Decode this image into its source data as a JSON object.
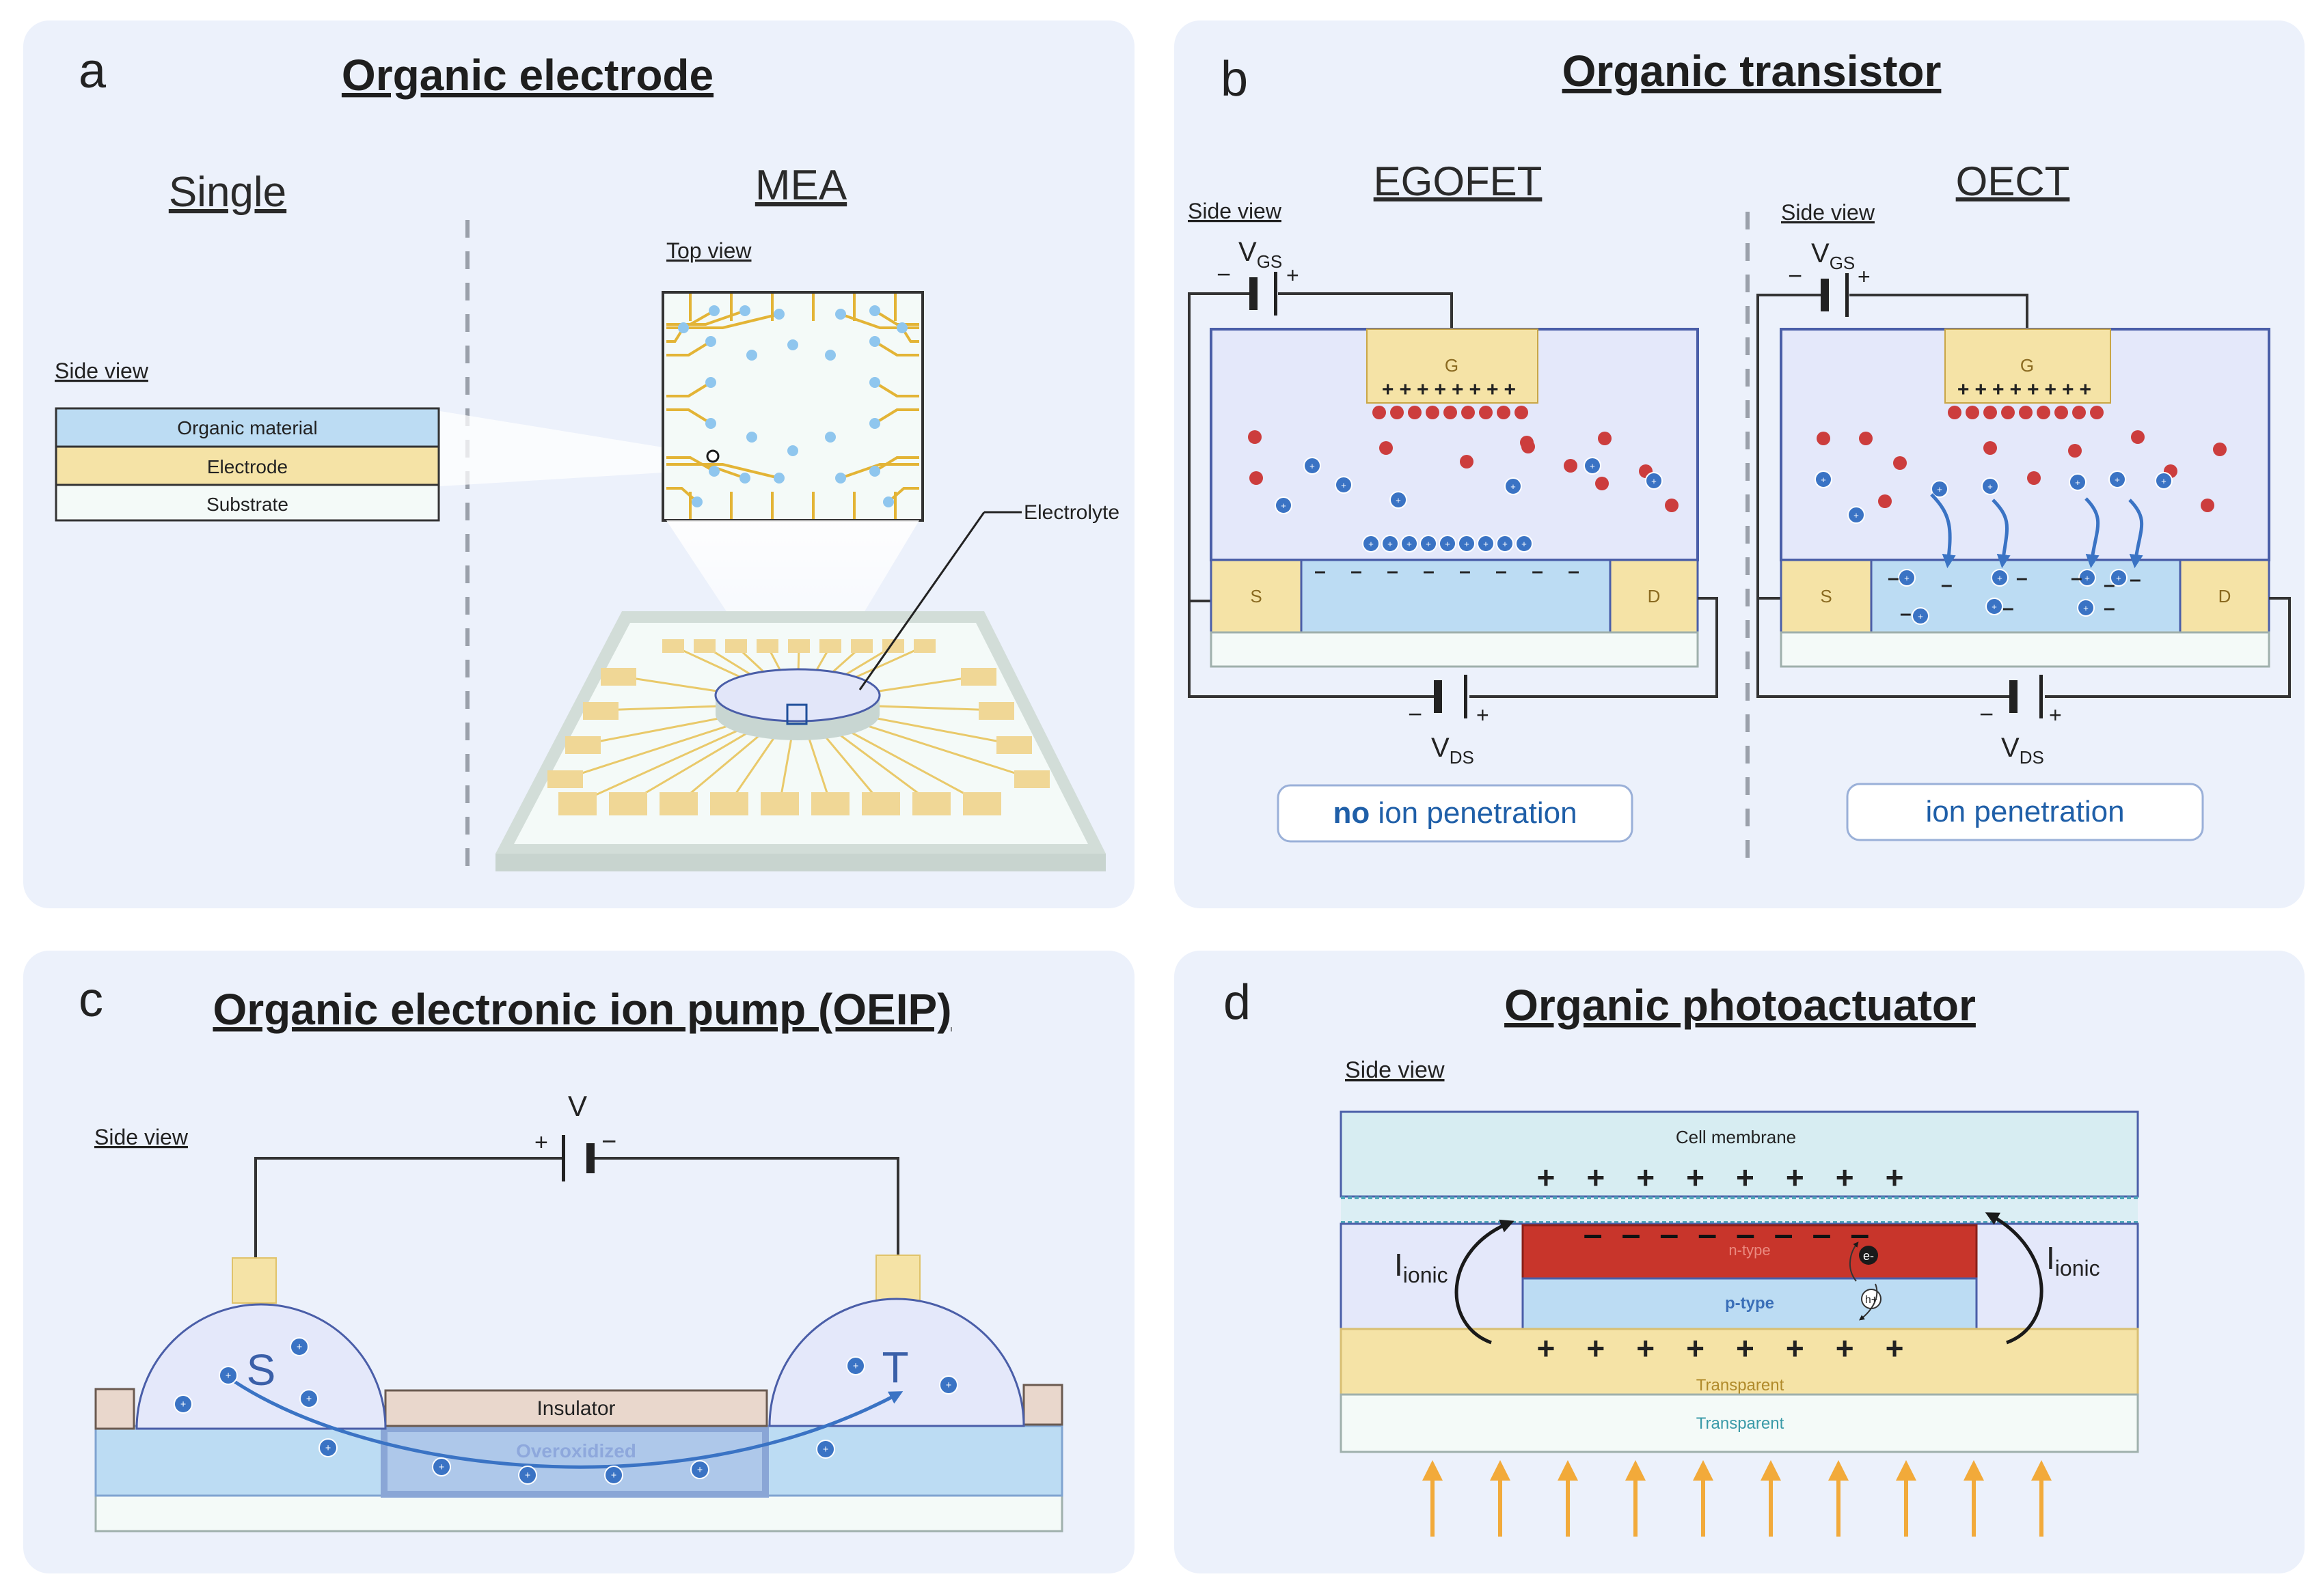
{
  "panels": {
    "a": {
      "letter": "a",
      "title": "Organic electrode",
      "single_heading": "Single",
      "mea_heading": "MEA",
      "side_view": "Side view",
      "top_view": "Top view",
      "layers": [
        "Organic material",
        "Electrode",
        "Substrate"
      ],
      "electrolyte": "Electrolyte"
    },
    "b": {
      "letter": "b",
      "title": "Organic transistor",
      "egofet": {
        "heading": "EGOFET",
        "side_view": "Side view",
        "gate": "G",
        "source": "S",
        "drain": "D",
        "vgs_main": "V",
        "vgs_sub": "GS",
        "vds_main": "V",
        "vds_sub": "DS",
        "caption_bold": "no",
        "caption_rest": " ion penetration"
      },
      "oect": {
        "heading": "OECT",
        "side_view": "Side view",
        "gate": "G",
        "source": "S",
        "drain": "D",
        "vgs_main": "V",
        "vgs_sub": "GS",
        "vds_main": "V",
        "vds_sub": "DS",
        "caption": "ion penetration"
      },
      "minus": "−",
      "plus": "+"
    },
    "c": {
      "letter": "c",
      "title": "Organic electronic ion pump (OEIP)",
      "side_view": "Side view",
      "voltage": "V",
      "plus": "+",
      "minus": "−",
      "source": "S",
      "target": "T",
      "insulator": "Insulator",
      "overoxidized": "Overoxidized"
    },
    "d": {
      "letter": "d",
      "title": "Organic photoactuator",
      "side_view": "Side view",
      "cell_membrane": "Cell membrane",
      "ntype": "n-type",
      "ptype": "p-type",
      "transparent_top": "Transparent",
      "transparent_bottom": "Transparent",
      "ionic_main": "I",
      "ionic_sub": "ionic",
      "electron": "e-",
      "hole": "h+"
    }
  },
  "colors": {
    "panel_bg": "#ecf1fb",
    "organic": "#bcdcf3",
    "electrode": "#f5e3a6",
    "electrolyte": "#e4e8fa",
    "cation": "#3a73c4",
    "anion": "#cc3d3d",
    "ntype": "#c8352b",
    "arrow": "#f2aa3a",
    "circuit": "#333333"
  }
}
